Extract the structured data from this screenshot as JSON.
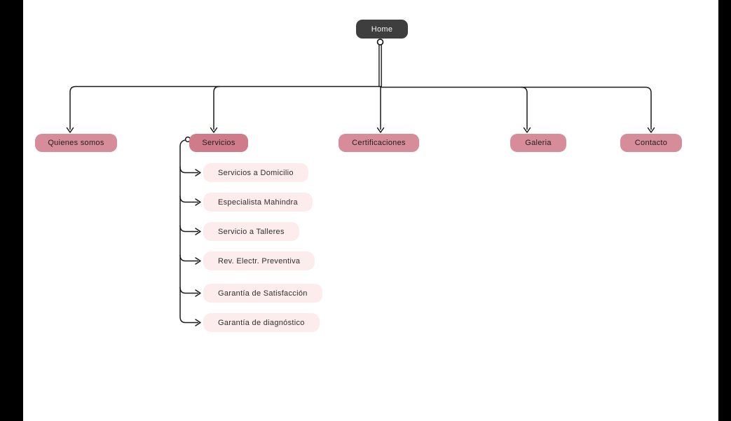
{
  "nodes": {
    "home": {
      "label": "Home"
    },
    "sections": [
      {
        "label": "Quienes somos"
      },
      {
        "label": "Servicios"
      },
      {
        "label": "Certificaciones"
      },
      {
        "label": "Galeria"
      },
      {
        "label": "Contacto"
      }
    ],
    "servicios_children": [
      {
        "label": "Servicios a Domicilio"
      },
      {
        "label": "Especialista Mahindra"
      },
      {
        "label": "Servicio a Talleres"
      },
      {
        "label": "Rev. Electr. Preventiva"
      },
      {
        "label": "Garantía de Satisfacción"
      },
      {
        "label": "Garantía de diagnóstico"
      }
    ]
  },
  "colors": {
    "background": "#ffffff",
    "letterbox_bar": "#000000",
    "connector_line": "#1a1a1a",
    "home_fill": "#3e3e3e",
    "home_text": "#f7f7f7",
    "section_fill": "#d68d99",
    "servicios_fill": "#cf7b8a",
    "section_text": "#1e1e1e",
    "sub_fill": "#fdecec",
    "sub_text": "#2e2e2e"
  }
}
